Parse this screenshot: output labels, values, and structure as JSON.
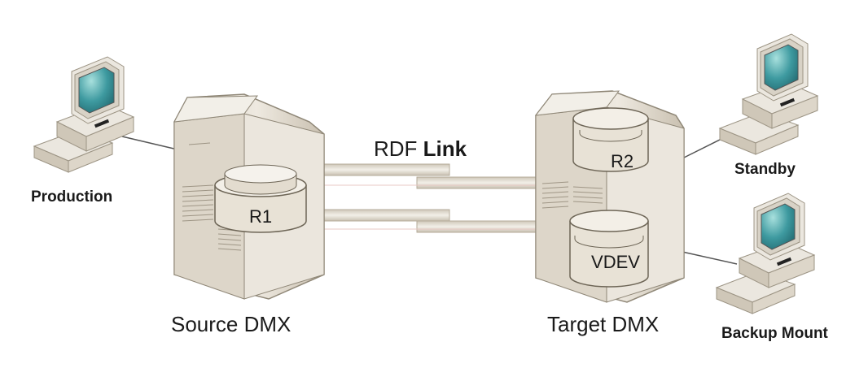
{
  "nodes": {
    "production": {
      "label": "Production"
    },
    "source_dmx": {
      "label": "Source DMX",
      "volume": "R1"
    },
    "target_dmx": {
      "label": "Target DMX",
      "volumes": [
        "R2",
        "VDEV"
      ]
    },
    "standby": {
      "label": "Standby"
    },
    "backup": {
      "label": "Backup Mount"
    }
  },
  "link": {
    "prefix": "RDF",
    "bold": "Link"
  },
  "colors": {
    "cabinet": "#e9e4da",
    "cabinet_side": "#cfc7b8",
    "screen": "#2f8b8f",
    "pipe": "#e2ddd2",
    "pipe_accent": "#d9a5a0"
  }
}
